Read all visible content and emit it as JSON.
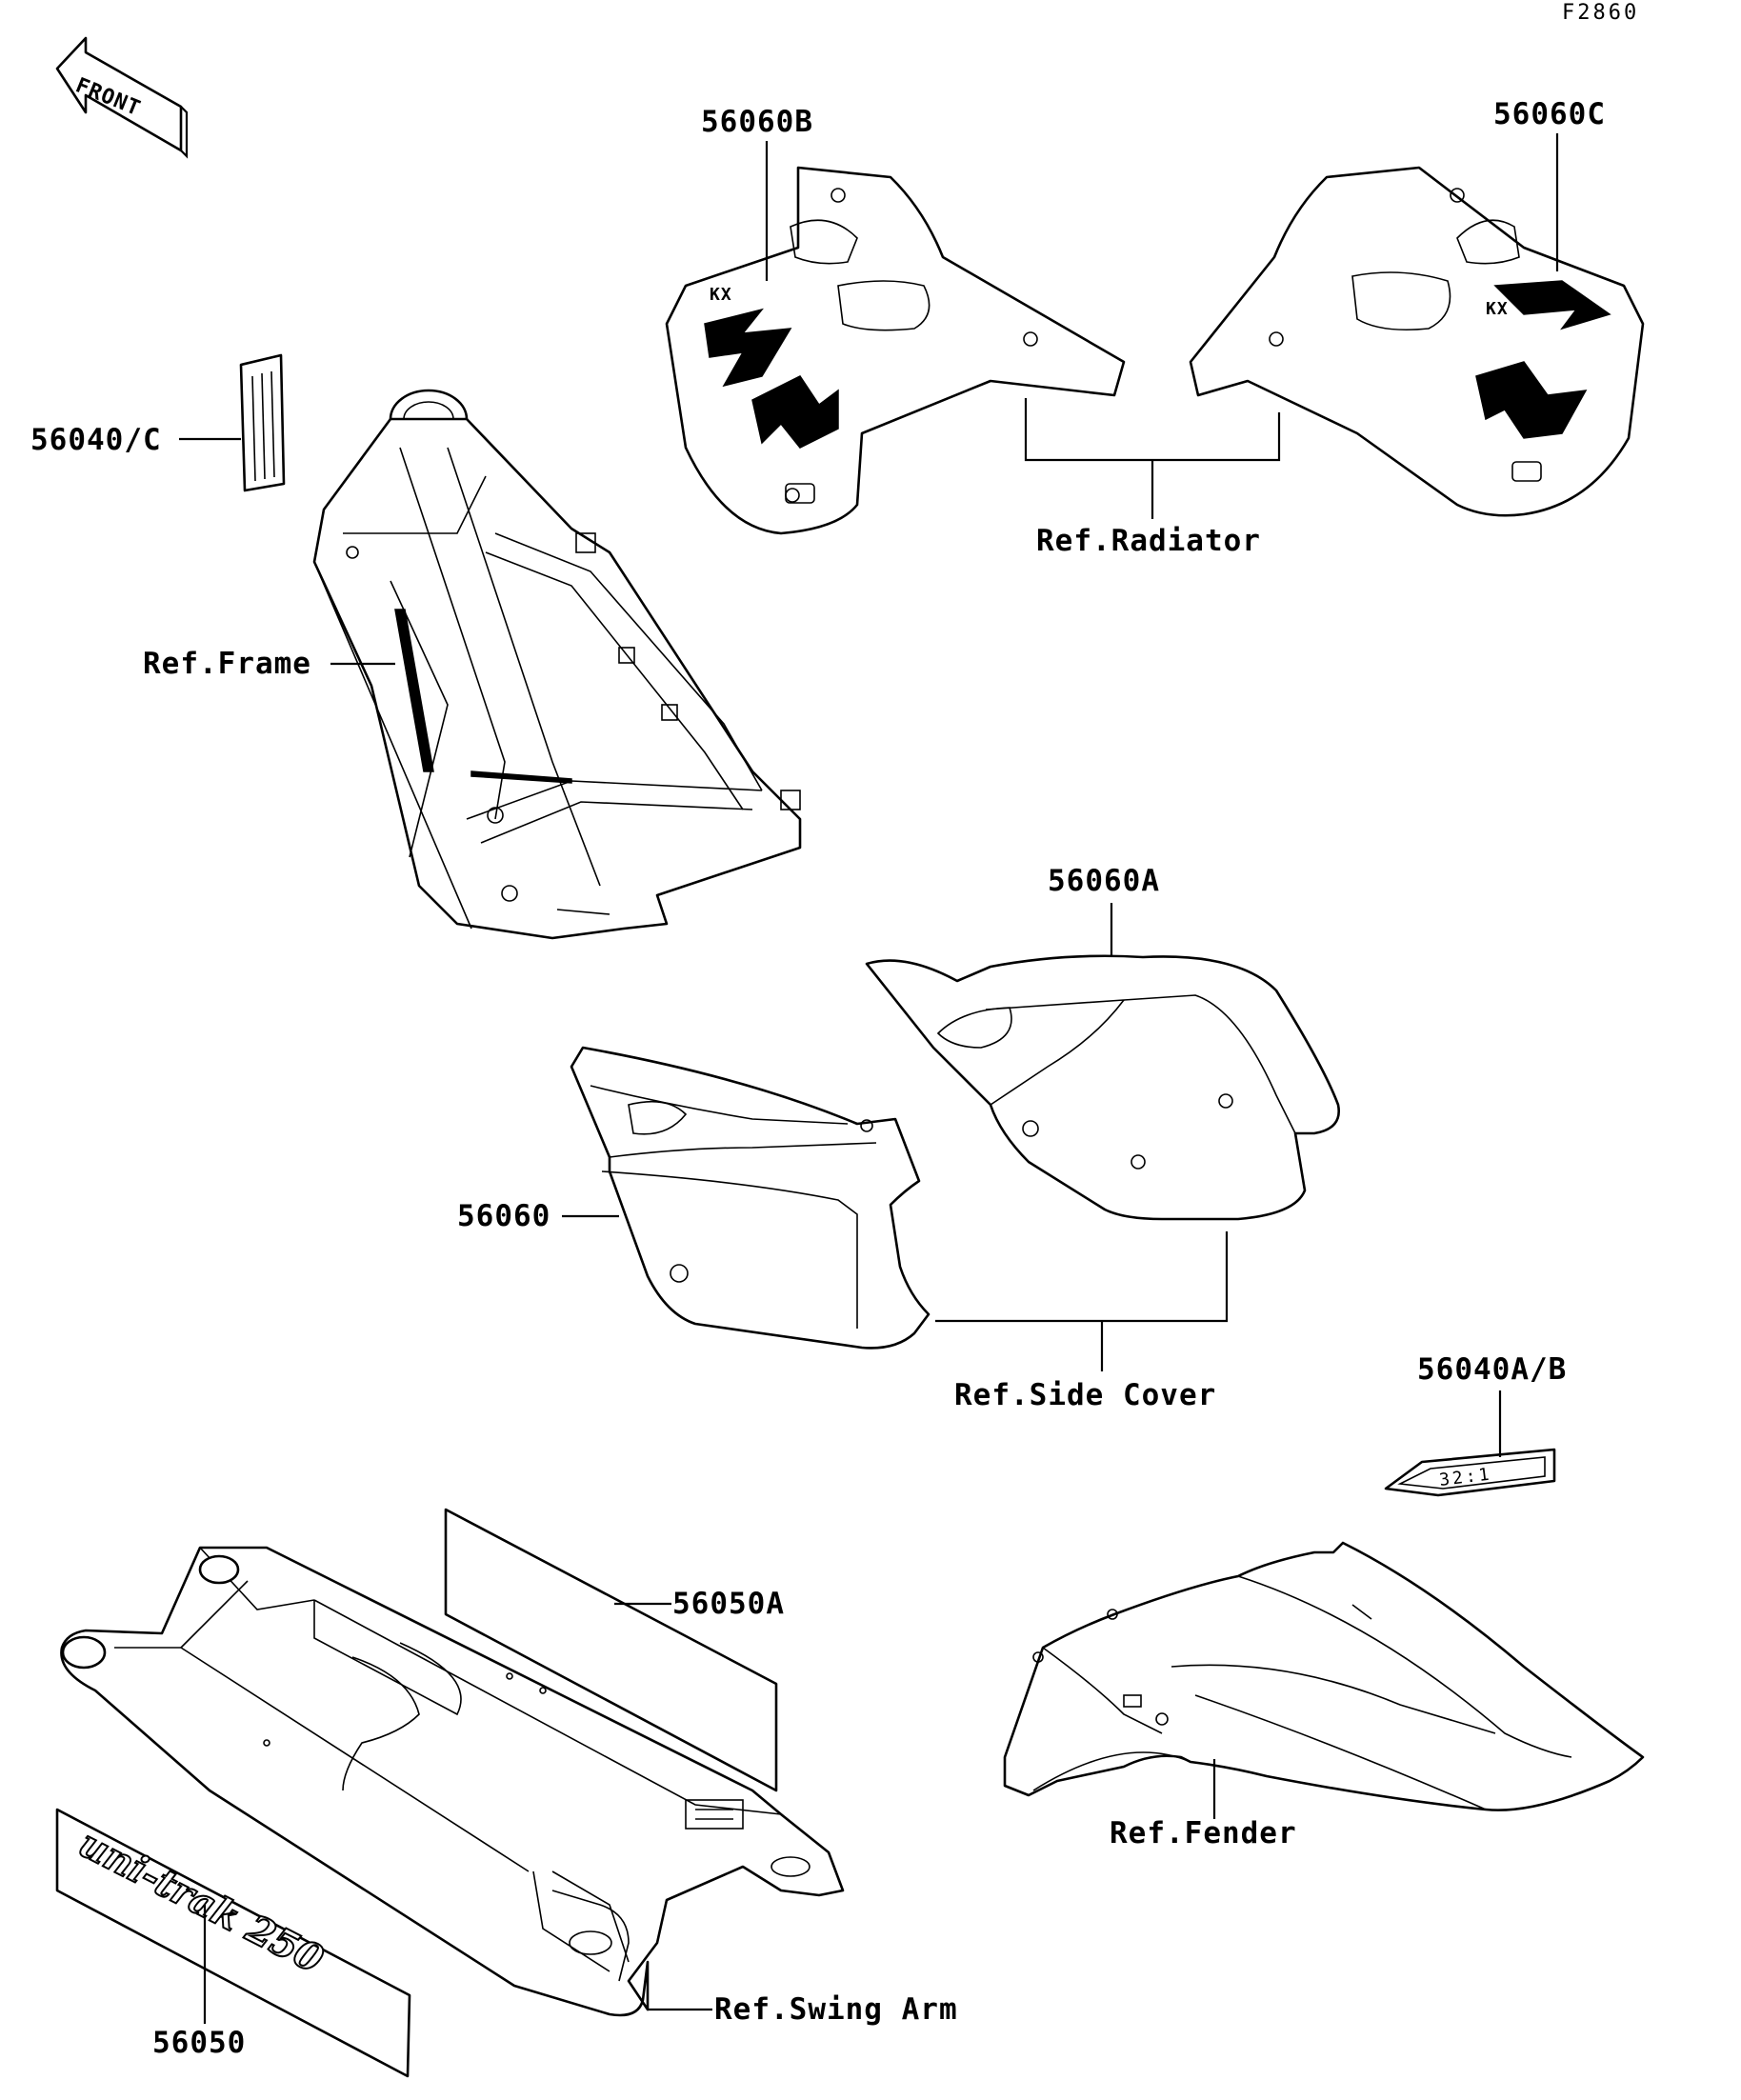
{
  "figure_code": "F2860",
  "front_arrow_label": "FRONT",
  "callouts": {
    "p56060B": "56060B",
    "p56060C": "56060C",
    "p56040C": "56040/C",
    "ref_radiator": "Ref.Radiator",
    "ref_frame": "Ref.Frame",
    "p56060A": "56060A",
    "p56060": "56060",
    "ref_side_cover": "Ref.Side Cover",
    "p56040AB": "56040A/B",
    "p56050A": "56050A",
    "ref_fender": "Ref.Fender",
    "ref_swing_arm": "Ref.Swing Arm",
    "p56050": "56050"
  },
  "label_text": "32:1",
  "decal_logo_text": "KX",
  "swingarm_decal_text": "uni-trak 250"
}
